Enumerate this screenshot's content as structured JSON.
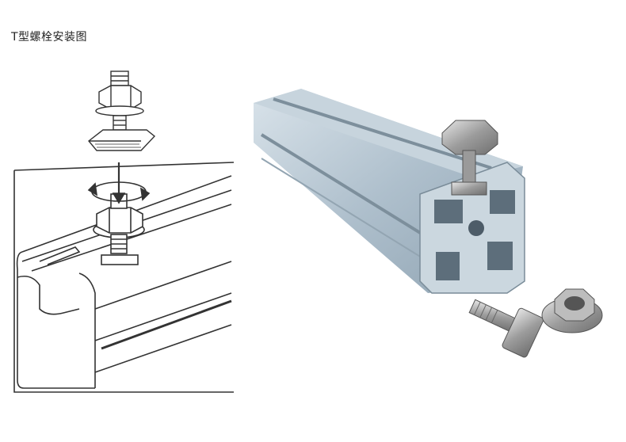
{
  "page": {
    "title": "T型螺栓安装图"
  },
  "illustrations": {
    "bolt_icon": "t-bolt-icon",
    "installation_sketch": "installation-diagram",
    "photo": "aluminum-profile-photo"
  },
  "colors": {
    "background": "#ffffff",
    "sketch_line": "#333333",
    "aluminum": "#b8c8d4",
    "steel": "#a9a9a9"
  }
}
